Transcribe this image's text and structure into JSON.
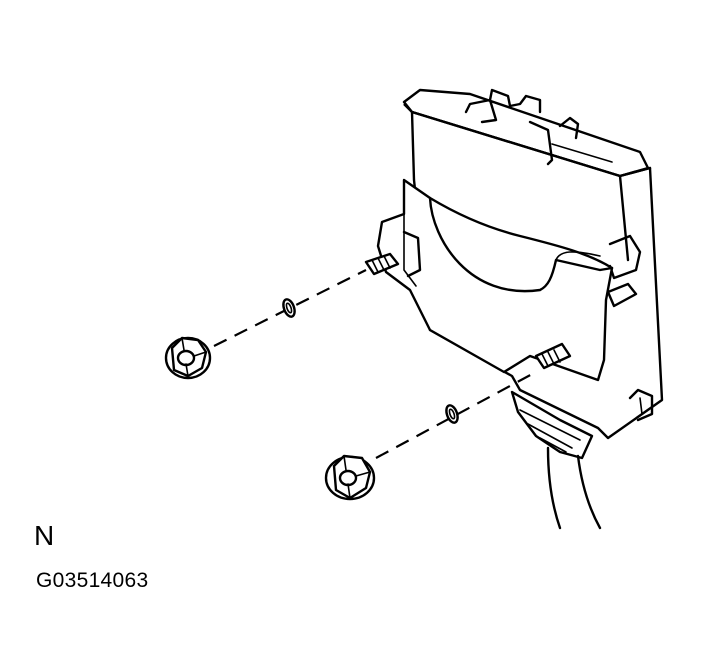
{
  "diagram": {
    "view_letter": "N",
    "figure_id": "G03514063",
    "parts": [
      "control-module",
      "mounting-bracket",
      "stud-upper",
      "stud-lower",
      "washer-upper",
      "washer-lower",
      "nut-upper",
      "nut-lower",
      "wiring-harness"
    ]
  },
  "colors": {
    "line": "#000000",
    "background": "#ffffff"
  }
}
